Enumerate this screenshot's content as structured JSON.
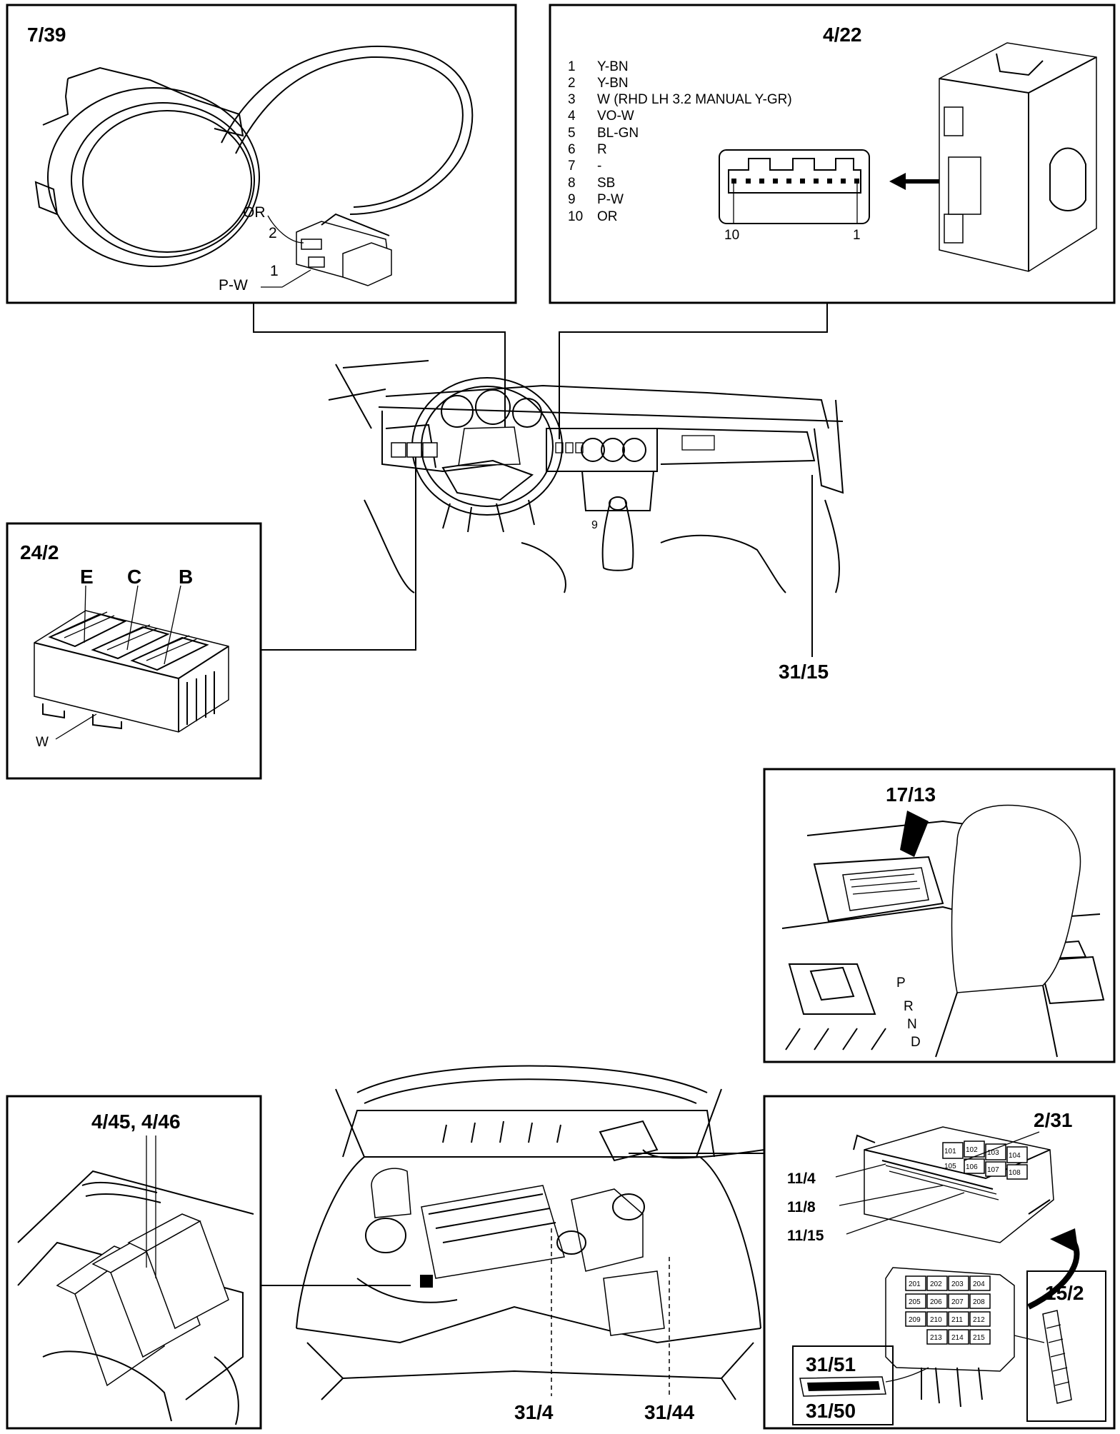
{
  "labels": {
    "p739": "7/39",
    "p422": "4/22",
    "p242": "24/2",
    "p3115": "31/15",
    "p1713": "17/13",
    "p445": "4/45, 4/46",
    "p231": "2/31",
    "p314": "31/4",
    "p3144": "31/44",
    "p152": "15/2",
    "p3151": "31/51",
    "p3150": "31/50"
  },
  "panel_739": {
    "or": "OR",
    "pin2": "2",
    "pin1": "1",
    "pw": "P-W"
  },
  "panel_422": {
    "pins": [
      {
        "num": "1",
        "color": "Y-BN"
      },
      {
        "num": "2",
        "color": "Y-BN"
      },
      {
        "num": "3",
        "color": "W (RHD LH 3.2 MANUAL Y-GR)"
      },
      {
        "num": "4",
        "color": "VO-W"
      },
      {
        "num": "5",
        "color": "BL-GN"
      },
      {
        "num": "6",
        "color": "R"
      },
      {
        "num": "7",
        "color": "-"
      },
      {
        "num": "8",
        "color": "SB"
      },
      {
        "num": "9",
        "color": "P-W"
      },
      {
        "num": "10",
        "color": "OR"
      }
    ],
    "left_pin": "10",
    "right_pin": "1"
  },
  "panel_242": {
    "e": "E",
    "c": "C",
    "b": "B",
    "w": "W"
  },
  "panel_1713": {
    "p": "P",
    "r": "R",
    "n": "N",
    "d": "D"
  },
  "panel_231": {
    "side_labels": [
      "11/4",
      "11/8",
      "11/15"
    ],
    "relays_top": [
      "101",
      "102",
      "105",
      "106",
      "103",
      "104",
      "107",
      "108"
    ],
    "fuses_grid": [
      [
        "201",
        "202",
        "203",
        "204"
      ],
      [
        "205",
        "206",
        "207",
        "208"
      ],
      [
        "209",
        "210",
        "211",
        "212"
      ],
      [
        "213",
        "214",
        "215"
      ]
    ]
  }
}
